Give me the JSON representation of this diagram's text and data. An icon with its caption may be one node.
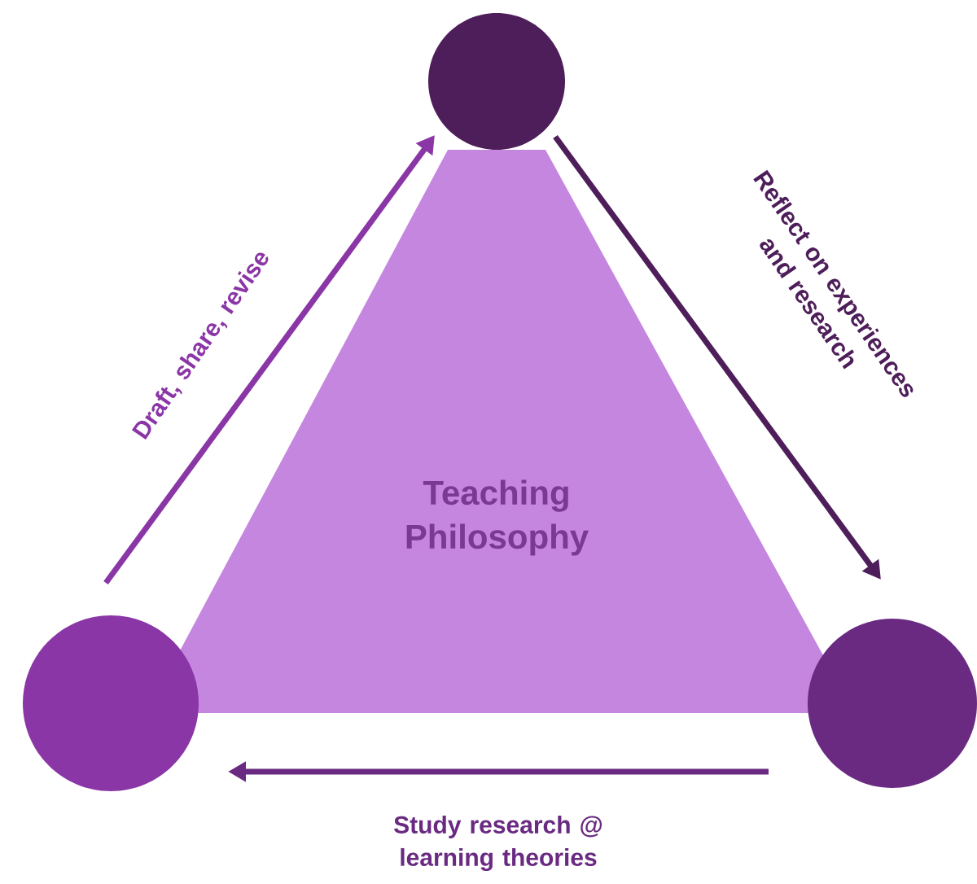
{
  "diagram": {
    "nodes": [
      {
        "text": [
          "Teaching Philosophy"
        ]
      },
      {
        "text": [],
        "shape": "circle"
      },
      {
        "text": [],
        "shape": "circle"
      },
      {
        "text": [],
        "shape": "circle"
      }
    ],
    "edges": [
      {
        "from": 3,
        "to": 1,
        "arrow": "to",
        "label": "Draft, share, revise",
        "color": "#8a36a6"
      },
      {
        "from": 1,
        "to": 2,
        "arrow": "to",
        "label": "Reflect on experiences and research",
        "color": "#4e1e5a"
      },
      {
        "from": 2,
        "to": 3,
        "arrow": "to",
        "label": "Study research @ learning theories",
        "color": "#6a2a82"
      }
    ]
  }
}
